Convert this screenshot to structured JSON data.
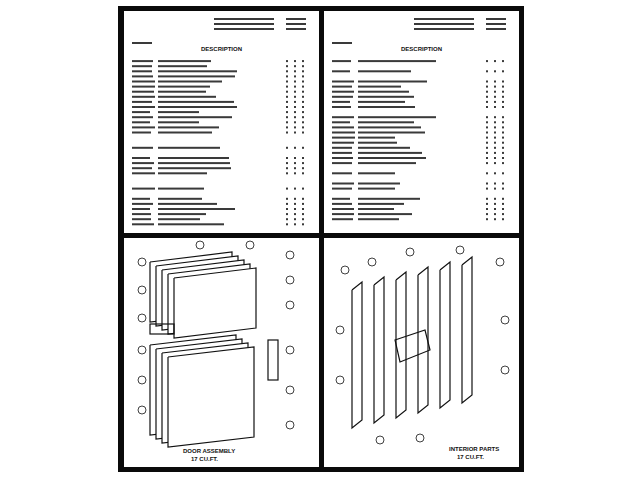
{
  "diagram": {
    "labels": [
      "DESCRIPTION",
      "DESCRIPTION",
      "DOOR ASSEMBLY",
      "17 CU.FT.",
      "INTERIOR PARTS",
      "17 CU.FT."
    ]
  }
}
